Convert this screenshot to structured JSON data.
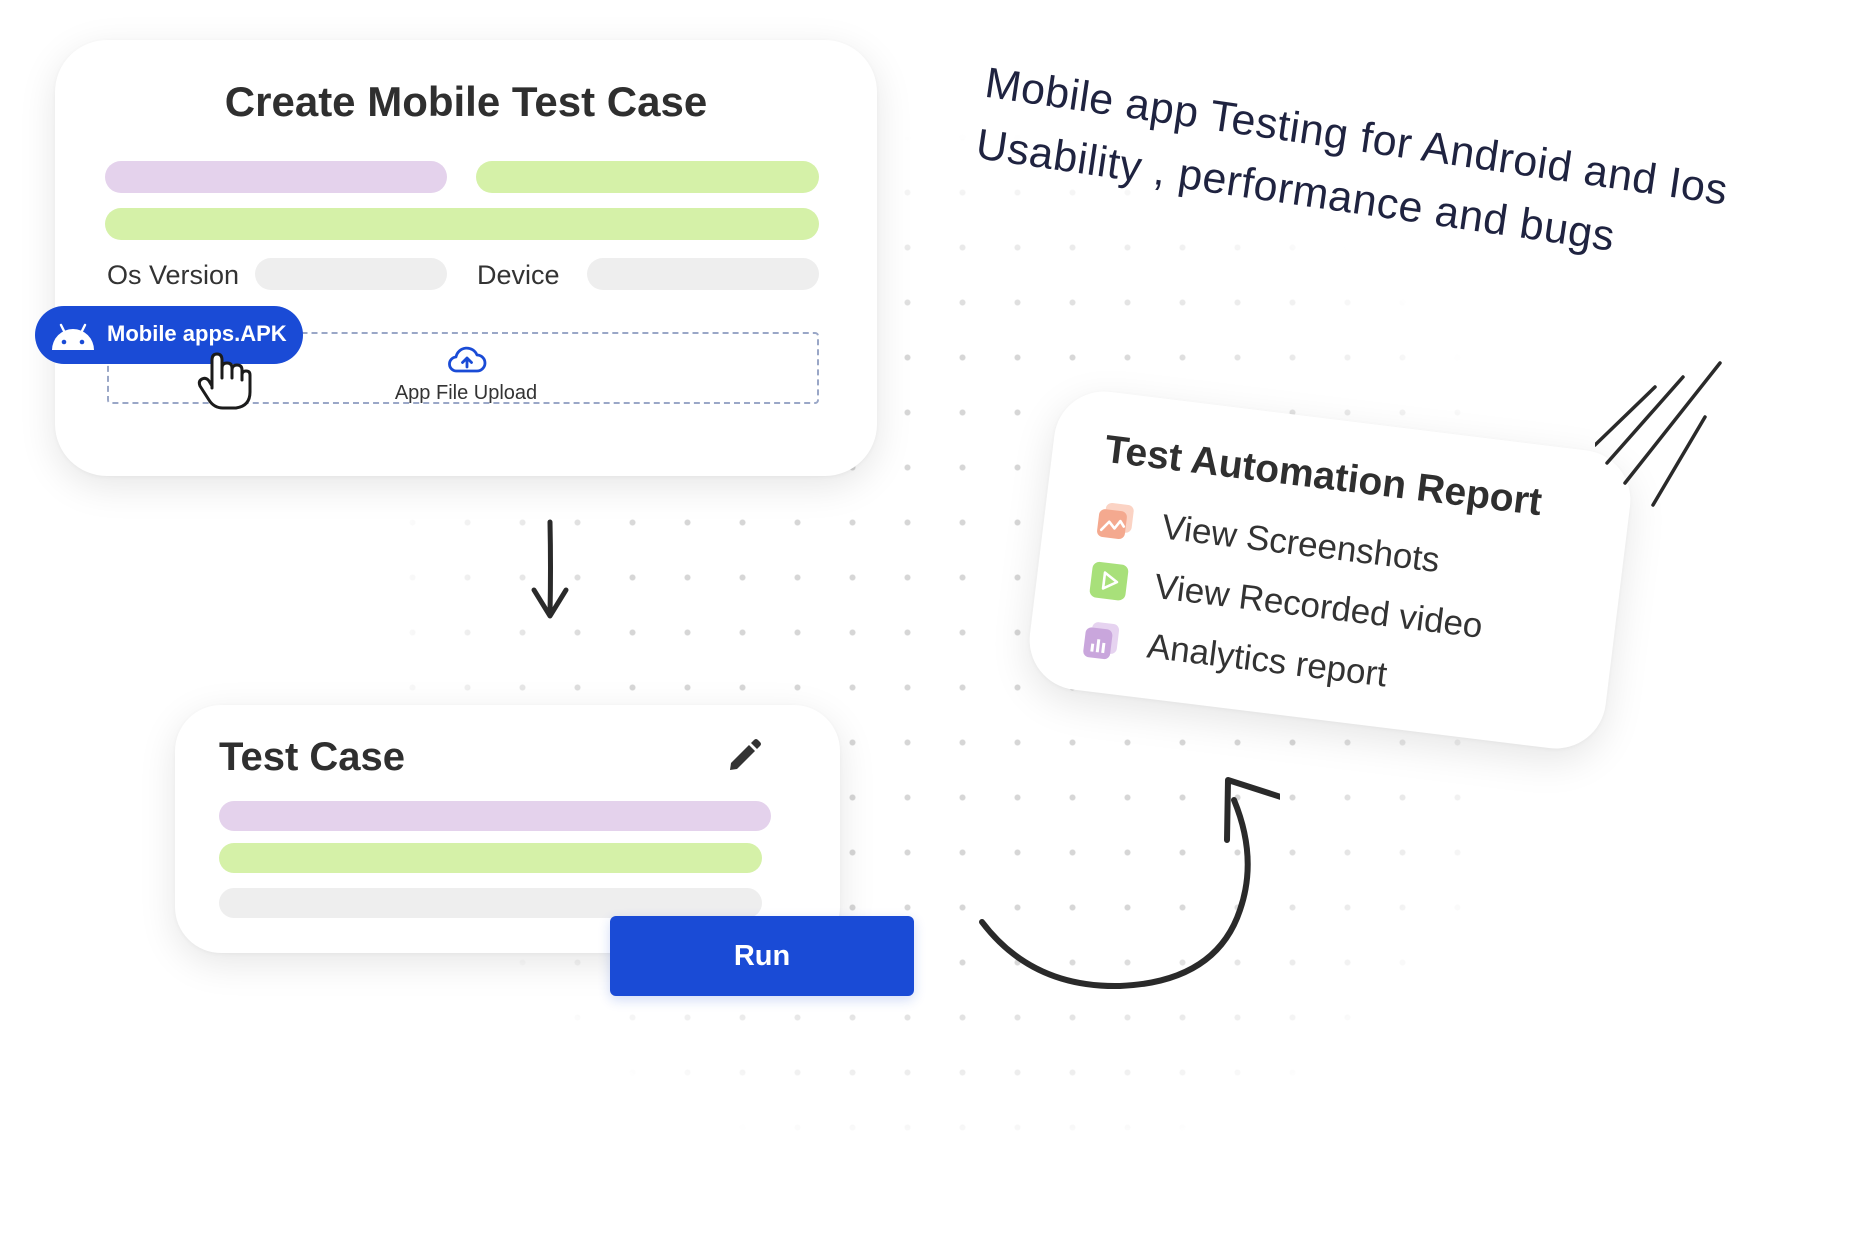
{
  "create_card": {
    "title": "Create Mobile Test Case",
    "os_version_label": "Os Version",
    "device_label": "Device",
    "upload_label": "App File Upload"
  },
  "apk_chip": {
    "label": "Mobile apps.APK",
    "icon": "android-icon"
  },
  "test_case_card": {
    "title": "Test Case",
    "edit_icon": "pencil-icon"
  },
  "run_button": {
    "label": "Run"
  },
  "report_card": {
    "title": "Test Automation Report",
    "items": [
      {
        "label": "View Screenshots",
        "icon": "screenshot-icon",
        "color": "#f4a98f"
      },
      {
        "label": "View Recorded video",
        "icon": "video-play-icon",
        "color": "#a8e07a"
      },
      {
        "label": "Analytics report",
        "icon": "analytics-icon",
        "color": "#c9a6dc"
      }
    ]
  },
  "headline": {
    "line1": "Mobile app Testing for Android and Ios",
    "line2": "Usability , performance and bugs"
  },
  "colors": {
    "primary_blue": "#1a4bd6",
    "purple_bar": "#e4d2ec",
    "green_bar": "#d5f1a8",
    "grey_bar": "#eeeeee"
  }
}
